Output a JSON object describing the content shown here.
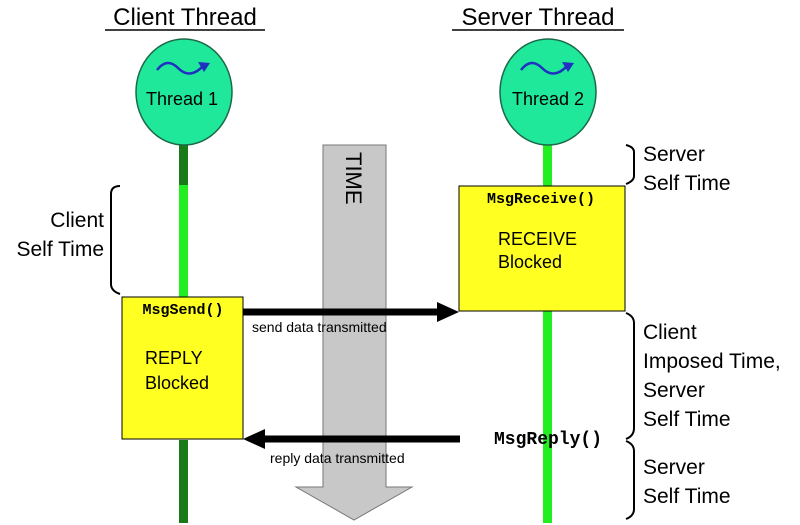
{
  "headers": {
    "client": "Client Thread",
    "server": "Server Thread"
  },
  "threads": {
    "client_label": "Thread 1",
    "server_label": "Thread 2"
  },
  "time_label": "TIME",
  "client_block": {
    "call": "MsgSend()",
    "state_line1": "REPLY",
    "state_line2": "Blocked"
  },
  "server_block": {
    "call": "MsgReceive()",
    "state_line1": "RECEIVE",
    "state_line2": "Blocked"
  },
  "arrows": {
    "send": "send data transmitted",
    "reply": "reply data transmitted"
  },
  "msg_reply": "MsgReply()",
  "annotations": {
    "client_self_time": [
      "Client",
      "Self Time"
    ],
    "server_self_time_top": [
      "Server",
      "Self Time"
    ],
    "client_imposed": [
      "Client",
      "Imposed Time,",
      "Server",
      "Self Time"
    ],
    "server_self_time_bottom": [
      "Server",
      "Self Time"
    ]
  },
  "colors": {
    "thread_circle": "#1fe89a",
    "active_line": "#22ee22",
    "inactive_line": "#1a7a1a",
    "block_fill": "#ffff22",
    "time_arrow": "#c8c8c8",
    "wave": "#2030c0"
  }
}
